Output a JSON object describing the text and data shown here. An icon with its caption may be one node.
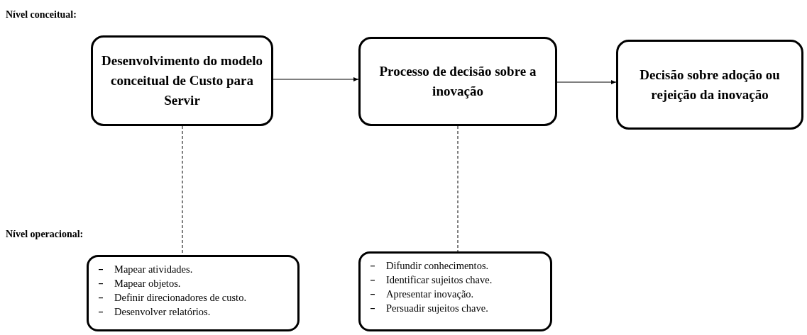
{
  "diagram": {
    "nodes": [
      {
        "text": [
          "Desenvolvimento do modelo conceitual de Custo para Servir"
        ]
      },
      {
        "text": [
          "Processo de decisão sobre a inovação"
        ]
      },
      {
        "text": [
          "Decisão sobre adoção ou rejeição da inovação"
        ]
      },
      {
        "text": [
          "Mapear atividades.",
          "Mapear objetos.",
          "Definir direcionadores de custo.",
          "Desenvolver relatórios."
        ]
      },
      {
        "text": [
          "Difundir conhecimentos.",
          "Identificar sujeitos chave.",
          "Apresentar inovação.",
          "Persuadir sujeitos chave."
        ]
      }
    ],
    "edges": [
      {
        "from": 0,
        "to": 1,
        "arrow": "to"
      },
      {
        "from": 1,
        "to": 2,
        "arrow": "to"
      },
      {
        "from": 0,
        "to": 3,
        "arrow": "none",
        "style": "dashed"
      },
      {
        "from": 1,
        "to": 4,
        "arrow": "none",
        "style": "dashed"
      }
    ],
    "labels": [
      "Nível conceitual:",
      "Nível operacional:"
    ]
  }
}
